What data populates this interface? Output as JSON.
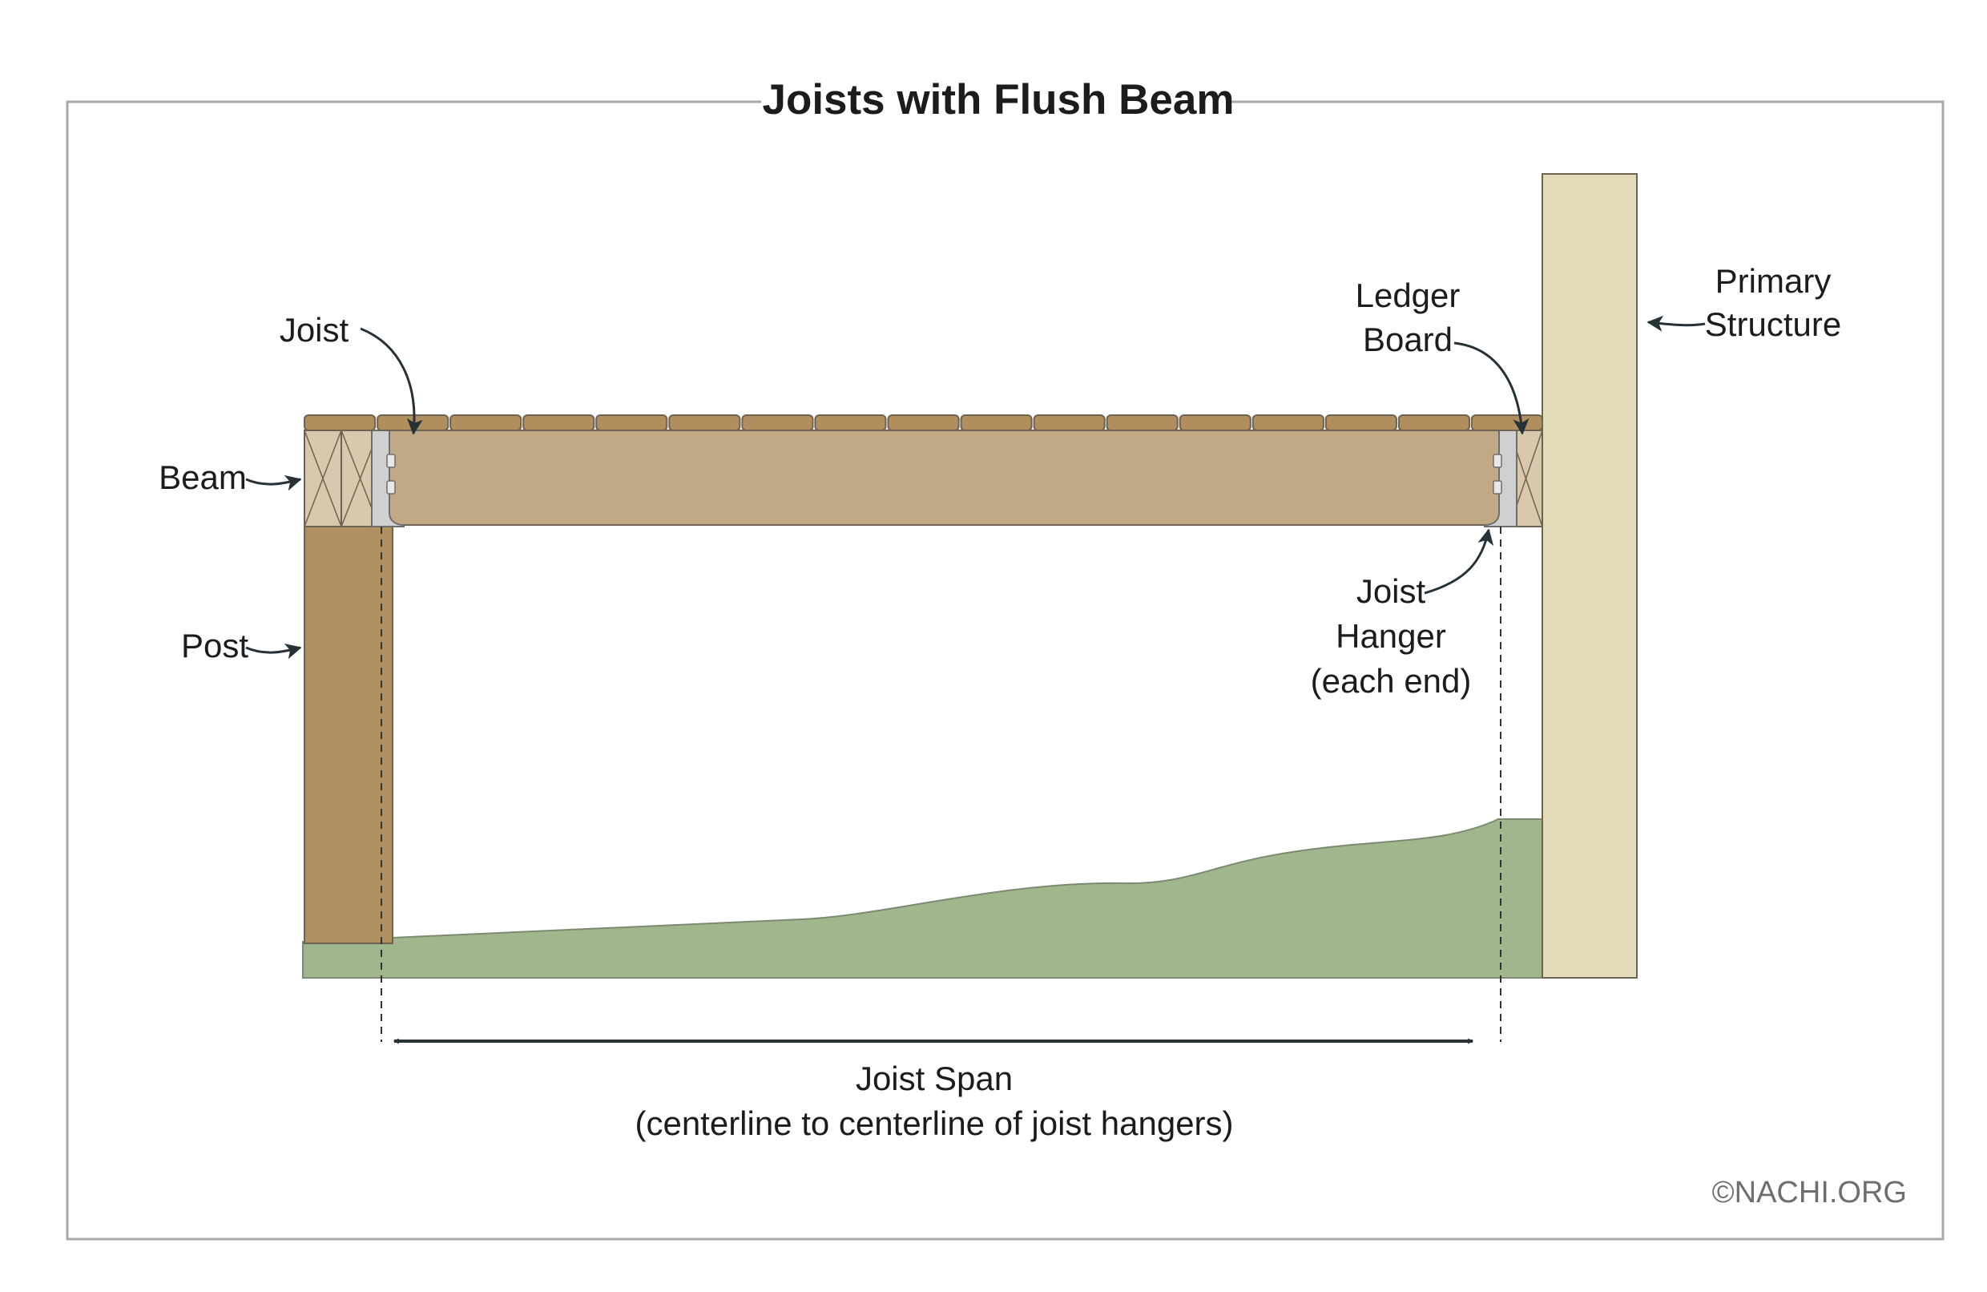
{
  "title": "Joists with Flush Beam",
  "labels": {
    "joist": "Joist",
    "beam": "Beam",
    "post": "Post",
    "ledger_line1": "Ledger",
    "ledger_line2": "Board",
    "primary_line1": "Primary",
    "primary_line2": "Structure",
    "hanger_line1": "Joist",
    "hanger_line2": "Hanger",
    "hanger_line3": "(each end)",
    "span_line1": "Joist Span",
    "span_line2": "(centerline to centerline of joist hangers)"
  },
  "credit": "©NACHI.ORG",
  "colors": {
    "frame": "#a8a8a8",
    "decking": "#b08e5e",
    "joist": "#c1a985",
    "beam": "#d8c8ad",
    "post": "#b09060",
    "primary_structure": "#e3dcba",
    "ground": "#a0b68d",
    "hanger": "#d0d0d0",
    "arrow": "#263238",
    "outline": "#6e6252"
  }
}
